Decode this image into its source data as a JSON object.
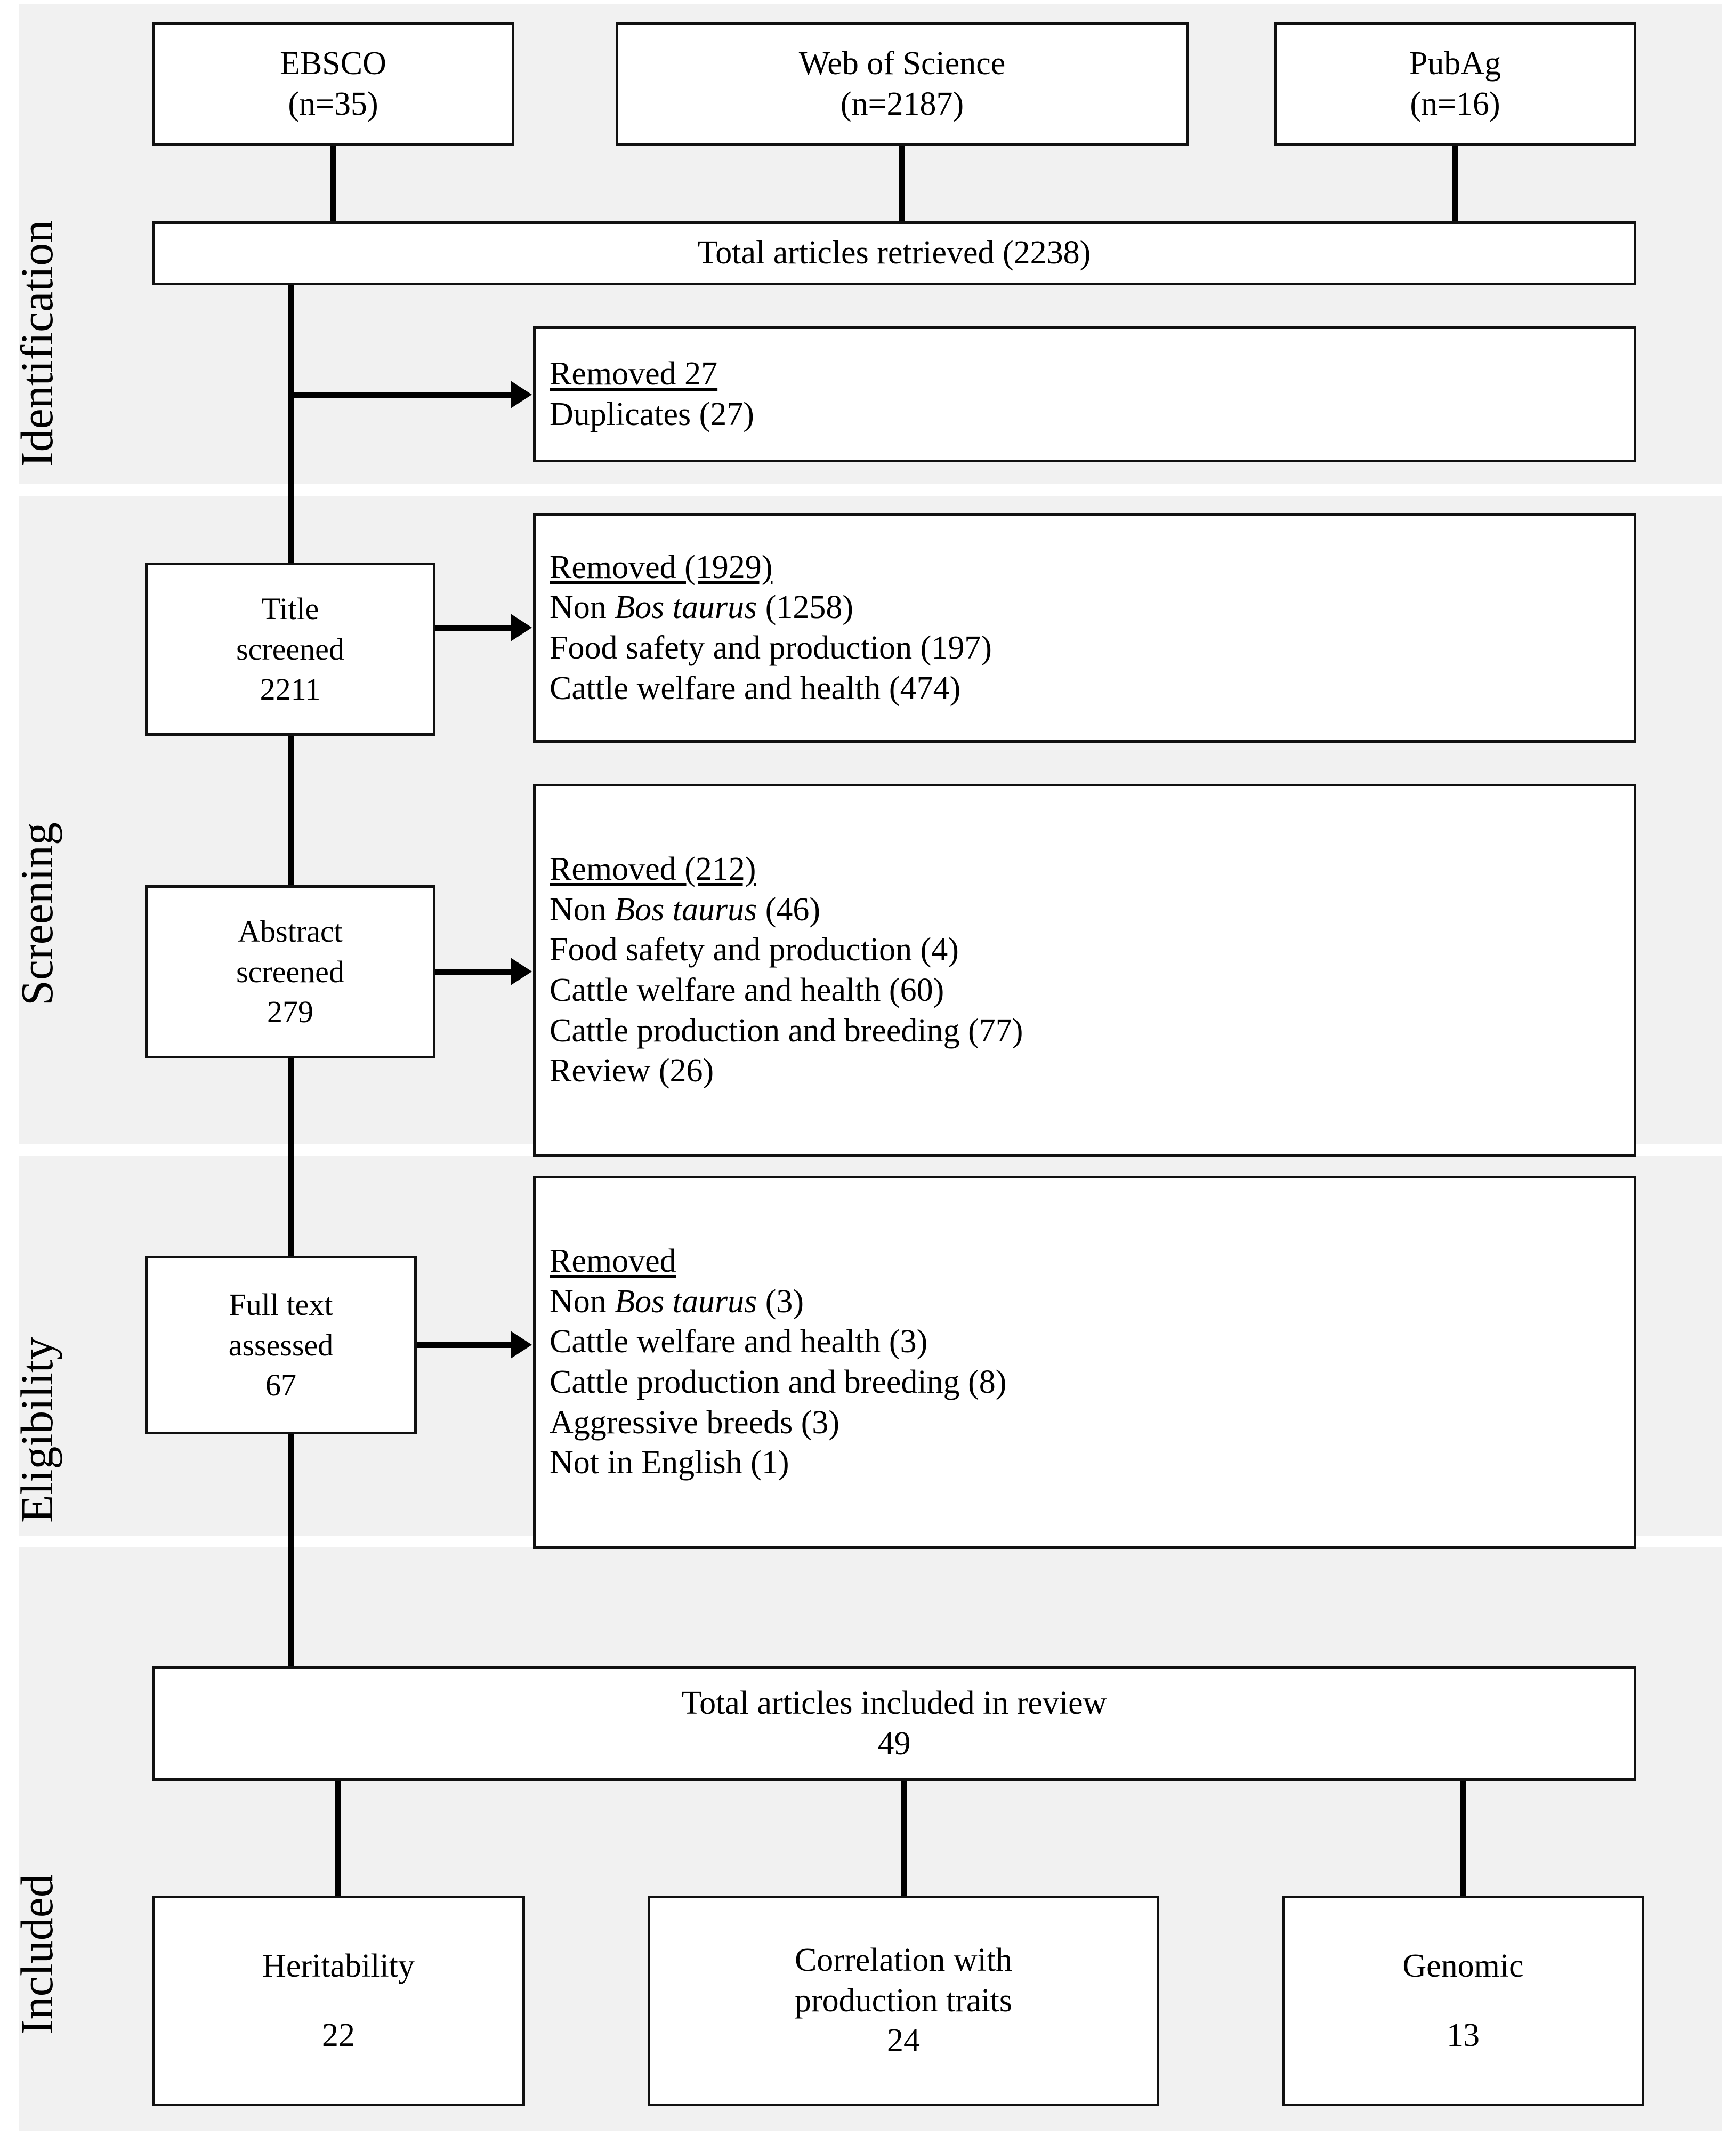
{
  "diagram": {
    "type": "prisma-flow-diagram",
    "band_color": "#f1f1f1",
    "line_color": "#000000"
  },
  "stages": {
    "identification": "Identification",
    "screening": "Screening",
    "eligibility": "Eligibility",
    "included": "Included"
  },
  "sources": [
    {
      "name": "EBSCO",
      "count_label": "(n=35)"
    },
    {
      "name": "Web of Science",
      "count_label": "(n=2187)"
    },
    {
      "name": "PubAg",
      "count_label": "(n=16)"
    }
  ],
  "total_retrieved": "Total articles retrieved (2238)",
  "removed_duplicates": {
    "heading": "Removed 27",
    "items": [
      "Duplicates (27)"
    ]
  },
  "title_screened": {
    "line1": "Title",
    "line2": "screened",
    "line3": "2211"
  },
  "removed_title": {
    "heading": "Removed (1929)",
    "items": [
      {
        "pre": "Non ",
        "italic": "Bos taurus",
        "post": " (1258)"
      },
      {
        "pre": "Food safety and production (197)",
        "italic": "",
        "post": ""
      },
      {
        "pre": "Cattle welfare and health (474)",
        "italic": "",
        "post": ""
      }
    ]
  },
  "abstract_screened": {
    "line1": "Abstract",
    "line2": "screened",
    "line3": "279"
  },
  "removed_abstract": {
    "heading": "Removed (212)",
    "items": [
      {
        "pre": "Non ",
        "italic": "Bos taurus",
        "post": " (46)"
      },
      {
        "pre": "Food safety and production (4)",
        "italic": "",
        "post": ""
      },
      {
        "pre": "Cattle welfare and health (60)",
        "italic": "",
        "post": ""
      },
      {
        "pre": "Cattle production and breeding (77)",
        "italic": "",
        "post": ""
      },
      {
        "pre": "Review (26)",
        "italic": "",
        "post": ""
      }
    ]
  },
  "fulltext_assessed": {
    "line1": "Full text",
    "line2": "assessed",
    "line3": "67"
  },
  "removed_fulltext": {
    "heading": "Removed",
    "items": [
      {
        "pre": "Non ",
        "italic": "Bos taurus",
        "post": " (3)"
      },
      {
        "pre": "Cattle welfare and health (3)",
        "italic": "",
        "post": ""
      },
      {
        "pre": "Cattle production and breeding (8)",
        "italic": "",
        "post": ""
      },
      {
        "pre": "Aggressive breeds (3)",
        "italic": "",
        "post": ""
      },
      {
        "pre": "Not in English (1)",
        "italic": "",
        "post": ""
      }
    ]
  },
  "total_included": {
    "line1": "Total articles included in review",
    "line2": "49"
  },
  "categories": [
    {
      "label_line1": "Heritability",
      "label_line2": "",
      "count": "22"
    },
    {
      "label_line1": "Correlation with",
      "label_line2": "production traits",
      "count": "24"
    },
    {
      "label_line1": "Genomic",
      "label_line2": "",
      "count": "13"
    }
  ]
}
